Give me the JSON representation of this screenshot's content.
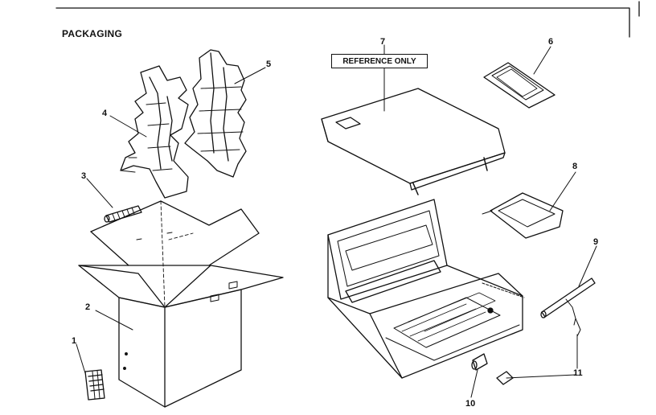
{
  "title": "PACKAGING",
  "reference_label": "REFERENCE ONLY",
  "callouts": [
    "1",
    "2",
    "3",
    "4",
    "5",
    "6",
    "7",
    "8",
    "9",
    "10",
    "11"
  ]
}
